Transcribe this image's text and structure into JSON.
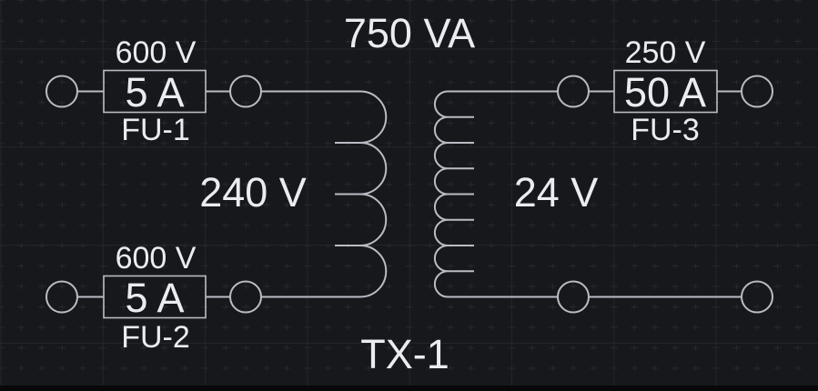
{
  "schematic": {
    "power_rating": "750 VA",
    "transformer": {
      "id": "TX-1",
      "primary_voltage": "240 V",
      "secondary_voltage": "24 V"
    },
    "fuses": [
      {
        "id": "FU-1",
        "rating": "5 A",
        "voltage_rating": "600 V"
      },
      {
        "id": "FU-2",
        "rating": "5 A",
        "voltage_rating": "600 V"
      },
      {
        "id": "FU-3",
        "rating": "50 A",
        "voltage_rating": "250 V"
      }
    ],
    "colors": {
      "background": "#16181c",
      "canvas_edge": "#07080a",
      "wire": "#b9bdc3",
      "text": "#e9ecf1",
      "grid_major": "#24262b",
      "grid_minor": "#26292e"
    }
  }
}
